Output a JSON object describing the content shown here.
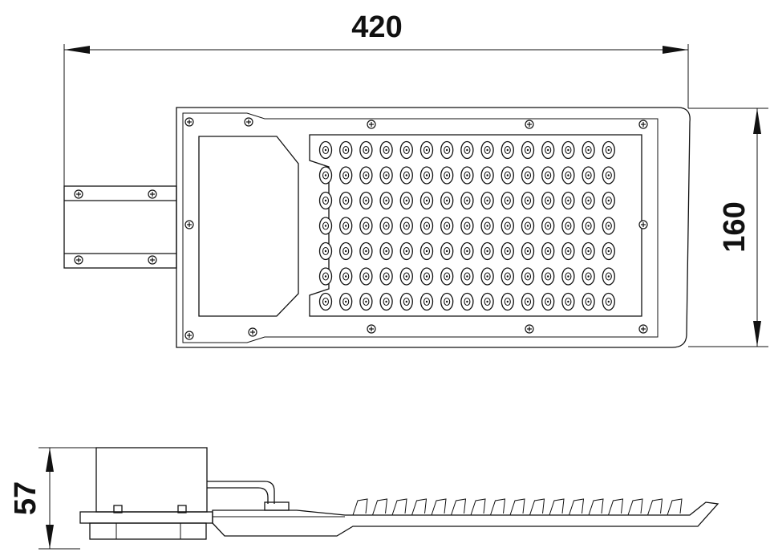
{
  "dimensions": {
    "length": "420",
    "width": "160",
    "height": "57"
  },
  "colors": {
    "line": "#111111",
    "background": "#ffffff"
  },
  "led_grid": {
    "rows": 7,
    "columns": 15
  }
}
